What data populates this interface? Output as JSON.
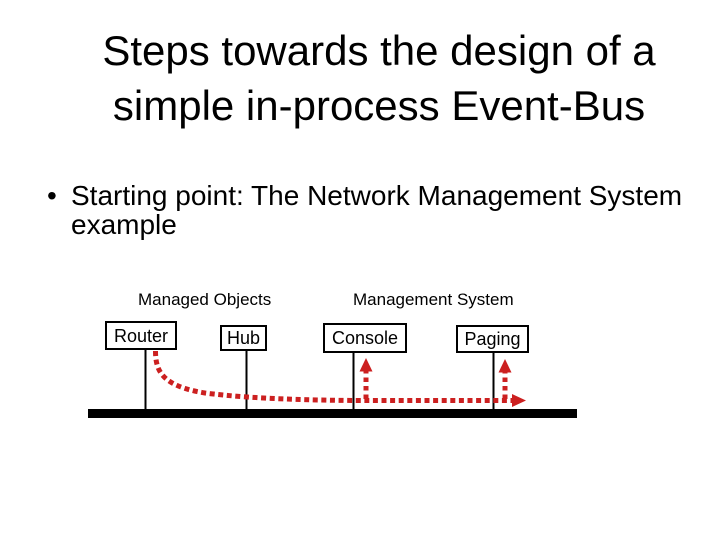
{
  "slide": {
    "title_line1": "Steps towards the design of a",
    "title_line2": "simple in-process Event-Bus",
    "bullet_marker": "•",
    "bullet_line1": "Starting point: The Network Management System",
    "bullet_line2": "example"
  },
  "diagram": {
    "left_group_label": "Managed Objects",
    "right_group_label": "Management System",
    "nodes": [
      {
        "label": "Router"
      },
      {
        "label": "Hub"
      },
      {
        "label": "Console"
      },
      {
        "label": "Paging"
      }
    ],
    "flow_color": "#cc2020",
    "bus_color": "#000000",
    "connector_color": "#000000"
  }
}
